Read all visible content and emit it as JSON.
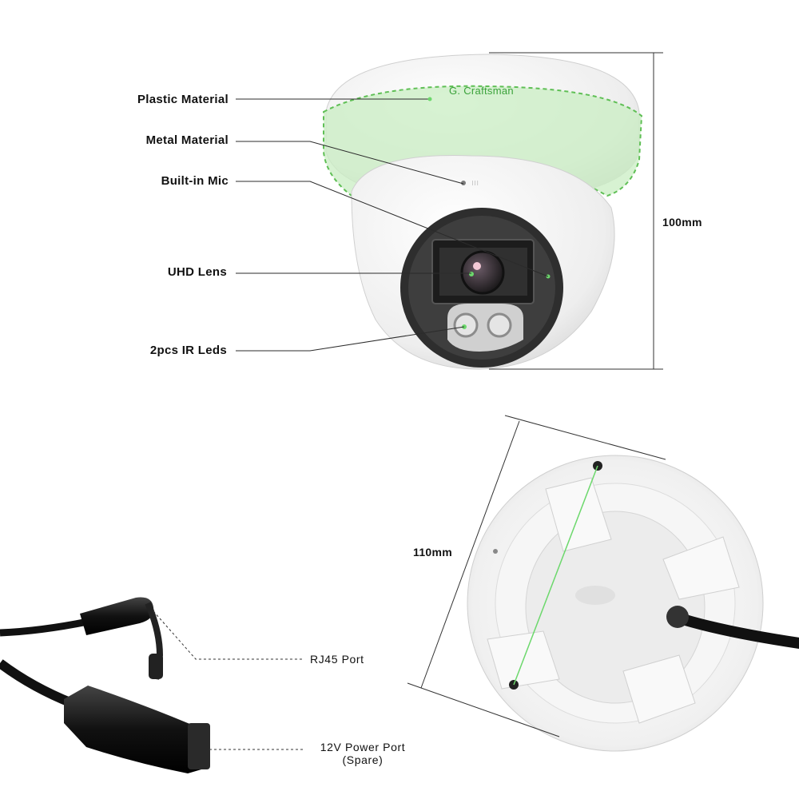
{
  "top_camera": {
    "brand_text": "G. Craftsman",
    "labels": {
      "plastic": "Plastic Material",
      "metal": "Metal Material",
      "mic": "Built-in Mic",
      "lens": "UHD Lens",
      "leds": "2pcs IR Leds"
    },
    "height_dimension": "100mm"
  },
  "base": {
    "diameter_dimension": "110mm"
  },
  "cable": {
    "rj45_label": "RJ45 Port",
    "power_label_line1": "12V Power Port",
    "power_label_line2": "(Spare)"
  },
  "colors": {
    "highlight_green": "#a8e0a0",
    "guide_line": "#2b2b2b",
    "body_white": "#f2f2f2"
  }
}
